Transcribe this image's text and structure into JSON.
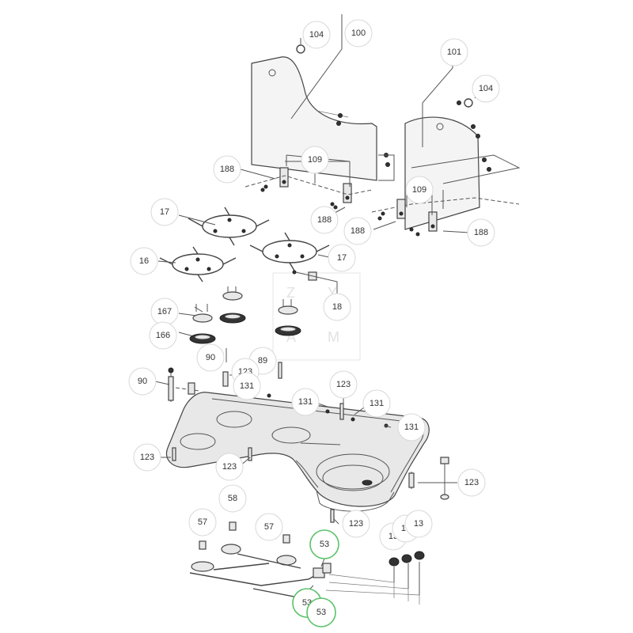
{
  "callouts": [
    {
      "label": "104"
    },
    {
      "label": "100"
    },
    {
      "label": "101"
    },
    {
      "label": "104"
    },
    {
      "label": "188"
    },
    {
      "label": "109"
    },
    {
      "label": "188"
    },
    {
      "label": "109"
    },
    {
      "label": "188"
    },
    {
      "label": "188"
    },
    {
      "label": "17"
    },
    {
      "label": "16"
    },
    {
      "label": "17"
    },
    {
      "label": "18"
    },
    {
      "label": "167"
    },
    {
      "label": "166"
    },
    {
      "label": "90"
    },
    {
      "label": "89"
    },
    {
      "label": "123"
    },
    {
      "label": "90"
    },
    {
      "label": "131"
    },
    {
      "label": "131"
    },
    {
      "label": "123"
    },
    {
      "label": "131"
    },
    {
      "label": "131"
    },
    {
      "label": "123"
    },
    {
      "label": "123"
    },
    {
      "label": "123"
    },
    {
      "label": "58"
    },
    {
      "label": "57"
    },
    {
      "label": "57"
    },
    {
      "label": "123"
    },
    {
      "label": "53"
    },
    {
      "label": "13"
    },
    {
      "label": "13"
    },
    {
      "label": "13"
    },
    {
      "label": "53"
    },
    {
      "label": "53"
    }
  ],
  "watermark": {
    "letters": [
      "Z",
      "Y",
      "A",
      "M"
    ]
  }
}
